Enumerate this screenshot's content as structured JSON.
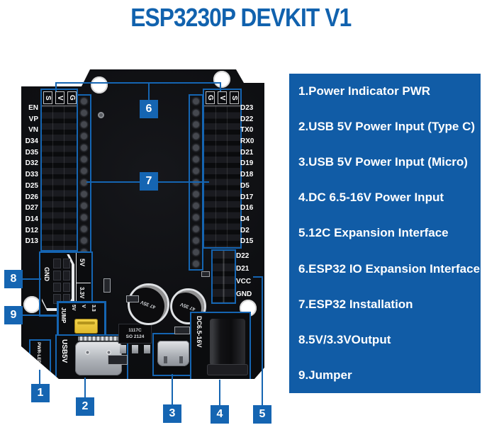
{
  "title": "ESP3230P DEVKIT V1",
  "legend": {
    "items": [
      "1.Power Indicator PWR",
      "2.USB 5V Power Input (Type C)",
      "3.USB 5V Power Input (Micro)",
      "4.DC 6.5-16V Power Input",
      "5.12C Expansion Interface",
      "6.ESP32 IO Expansion Interface",
      "7.ESP32 Installation",
      "8.5V/3.3VOutput",
      "9.Jumper"
    ]
  },
  "callouts": {
    "c1": "1",
    "c2": "2",
    "c3": "3",
    "c4": "4",
    "c5": "5",
    "c6": "6",
    "c7": "7",
    "c8": "8",
    "c9": "9"
  },
  "board": {
    "left_pins": [
      "EN",
      "VP",
      "VN",
      "D34",
      "D35",
      "D32",
      "D33",
      "D25",
      "D26",
      "D27",
      "D14",
      "D12",
      "D13"
    ],
    "right_pins": [
      "D23",
      "D22",
      "TX0",
      "RX0",
      "D21",
      "D19",
      "D18",
      "D5",
      "D17",
      "D16",
      "D4",
      "D2",
      "D15"
    ],
    "left_header_letters": [
      "S",
      "V",
      "G"
    ],
    "right_header_letters": [
      "G",
      "V",
      "S"
    ],
    "i2c_labels": [
      "D22",
      "D21",
      "VCC",
      "GND"
    ],
    "gnd_block": {
      "gnd": "GND",
      "five_v": "5V",
      "three_v3": "3.3V"
    },
    "jumper": {
      "label": "JUMP",
      "opt_5v": "5V",
      "opt_v": "V",
      "opt_33": "3.3"
    },
    "pwr_led_label": "PWR-LED",
    "usb_c_label": "USB5V",
    "dc_label": "DC6.5-16V",
    "regulator": {
      "line1": "1117C",
      "line2": "SO 2124"
    },
    "cap_label": "47 35V"
  },
  "colors": {
    "panel_bg": "#115CA6",
    "accent": "#1565B2",
    "title": "#1162AE",
    "pcb": "#0e0f12",
    "jumper_yellow": "#e8c93c"
  }
}
